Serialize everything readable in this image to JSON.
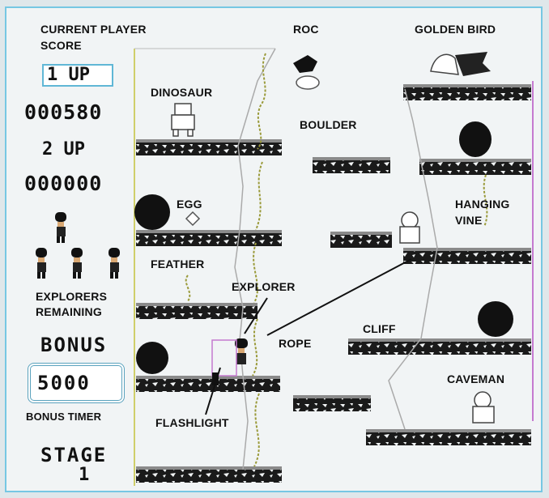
{
  "hud": {
    "current_player_score_line1": "CURRENT PLAYER",
    "current_player_score_line2": "SCORE",
    "player1_label": "1 UP",
    "player1_score": "000580",
    "player2_label": "2 UP",
    "player2_score": "000000",
    "explorers_remaining_line1": "EXPLORERS",
    "explorers_remaining_line2": "REMAINING",
    "explorers_remaining_count": 4,
    "bonus_label": "BONUS",
    "bonus_value": "5000",
    "bonus_timer_label": "BONUS TIMER",
    "stage_label": "STAGE",
    "stage_number": "1"
  },
  "callouts": {
    "roc": "ROC",
    "golden_bird": "GOLDEN BIRD",
    "dinosaur": "DINOSAUR",
    "boulder": "BOULDER",
    "egg": "EGG",
    "hanging_vine_line1": "HANGING",
    "hanging_vine_line2": "VINE",
    "feather": "FEATHER",
    "explorer": "EXPLORER",
    "rope": "ROPE",
    "cliff": "CLIFF",
    "caveman": "CAVEMAN",
    "flashlight": "FLASHLIGHT"
  },
  "colors": {
    "frame_border": "#76c7e3",
    "ledge_dark": "#111111",
    "vine": "#cfcf6a",
    "background": "#f1f4f5"
  }
}
